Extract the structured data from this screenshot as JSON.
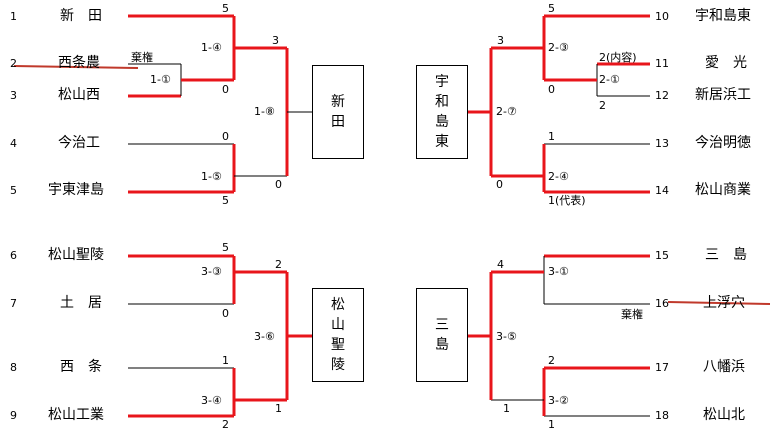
{
  "colors": {
    "win": "#e8151b",
    "line": "#000000",
    "strike": "#c0392b"
  },
  "left_top": {
    "teams": [
      {
        "seed": "1",
        "name": "新　田"
      },
      {
        "seed": "2",
        "name": "西条農"
      },
      {
        "seed": "3",
        "name": "松山西"
      },
      {
        "seed": "4",
        "name": "今治工"
      },
      {
        "seed": "5",
        "name": "宇東津島"
      }
    ],
    "scores": {
      "s1": "5",
      "s3": "0",
      "s4": "0",
      "s5": "5",
      "sm1": "3",
      "sm2": "0"
    },
    "matches": {
      "m1": "1-①",
      "m4": "1-④",
      "m5": "1-⑤",
      "m8": "1-⑧"
    },
    "note": "棄権",
    "winner": [
      "新",
      "田"
    ]
  },
  "left_bottom": {
    "teams": [
      {
        "seed": "6",
        "name": "松山聖陵"
      },
      {
        "seed": "7",
        "name": "土　居"
      },
      {
        "seed": "8",
        "name": "西　条"
      },
      {
        "seed": "9",
        "name": "松山工業"
      }
    ],
    "scores": {
      "s6": "5",
      "s7": "0",
      "s8": "1",
      "s9": "2",
      "sm3": "2",
      "sm4": "1"
    },
    "matches": {
      "m3": "3-③",
      "m4": "3-④",
      "m6": "3-⑥"
    },
    "winner": [
      "松",
      "山",
      "聖",
      "陵"
    ]
  },
  "right_top": {
    "teams": [
      {
        "seed": "10",
        "name": "宇和島東"
      },
      {
        "seed": "11",
        "name": "愛　光"
      },
      {
        "seed": "12",
        "name": "新居浜工"
      },
      {
        "seed": "13",
        "name": "今治明徳"
      },
      {
        "seed": "14",
        "name": "松山商業"
      }
    ],
    "scores": {
      "s10": "5",
      "s11": "2(内容)",
      "s12": "2",
      "s13": "1",
      "s14": "1(代表)",
      "sm1": "0",
      "sm3": "3",
      "sm4": "0"
    },
    "matches": {
      "m1": "2-①",
      "m3": "2-③",
      "m4": "2-④",
      "m7": "2-⑦"
    },
    "winner": [
      "宇",
      "和",
      "島",
      "東"
    ]
  },
  "right_bottom": {
    "teams": [
      {
        "seed": "15",
        "name": "三　島"
      },
      {
        "seed": "16",
        "name": "上浮穴"
      },
      {
        "seed": "17",
        "name": "八幡浜"
      },
      {
        "seed": "18",
        "name": "松山北"
      }
    ],
    "scores": {
      "s17": "2",
      "s18": "1",
      "sm1": "4",
      "sm2": "1"
    },
    "matches": {
      "m1": "3-①",
      "m2": "3-②",
      "m5": "3-⑤"
    },
    "note": "棄権",
    "winner": [
      "三",
      "島"
    ]
  }
}
